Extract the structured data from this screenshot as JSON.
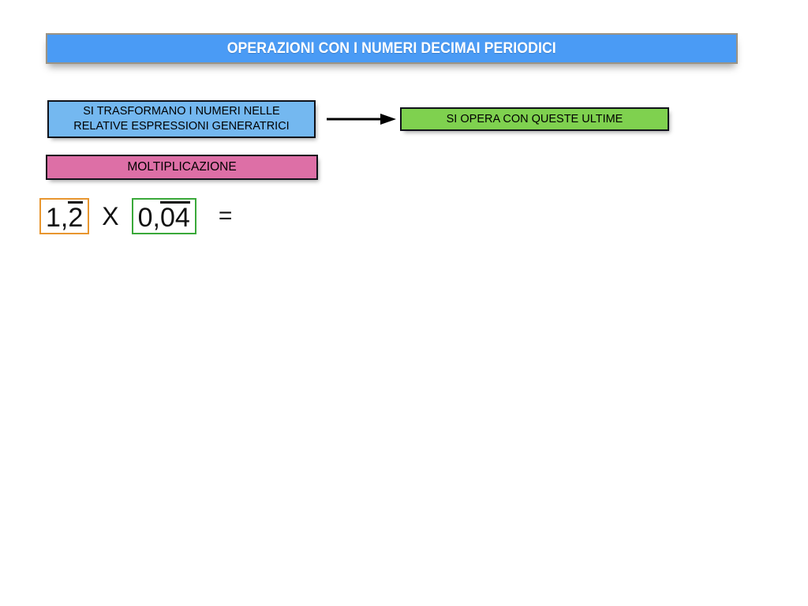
{
  "slide": {
    "title": "OPERAZIONI CON I NUMERI DECIMAI PERIODICI",
    "background_color": "#ffffff"
  },
  "flow": {
    "step_transform": {
      "line1": "SI TRASFORMANO I NUMERI NELLE",
      "line2": "RELATIVE ESPRESSIONI GENERATRICI",
      "color": "#74b8f0"
    },
    "arrow": {
      "icon": "arrow-right-icon",
      "color": "#000000"
    },
    "step_operate": {
      "label": "SI OPERA CON QUESTE ULTIME",
      "color": "#7fd14f"
    },
    "section": {
      "label": "MOLTIPLICAZIONE",
      "color": "#dd6fa6"
    }
  },
  "expression": {
    "operand1": {
      "non_periodic": "1,",
      "periodic": "2",
      "full": "1,2̅",
      "border_color": "#e8962f"
    },
    "operator": "X",
    "operand2": {
      "non_periodic": "0,",
      "periodic": "04",
      "full": "0,0̅4̅",
      "border_color": "#3aa93a"
    },
    "equals": "=",
    "result": ""
  }
}
